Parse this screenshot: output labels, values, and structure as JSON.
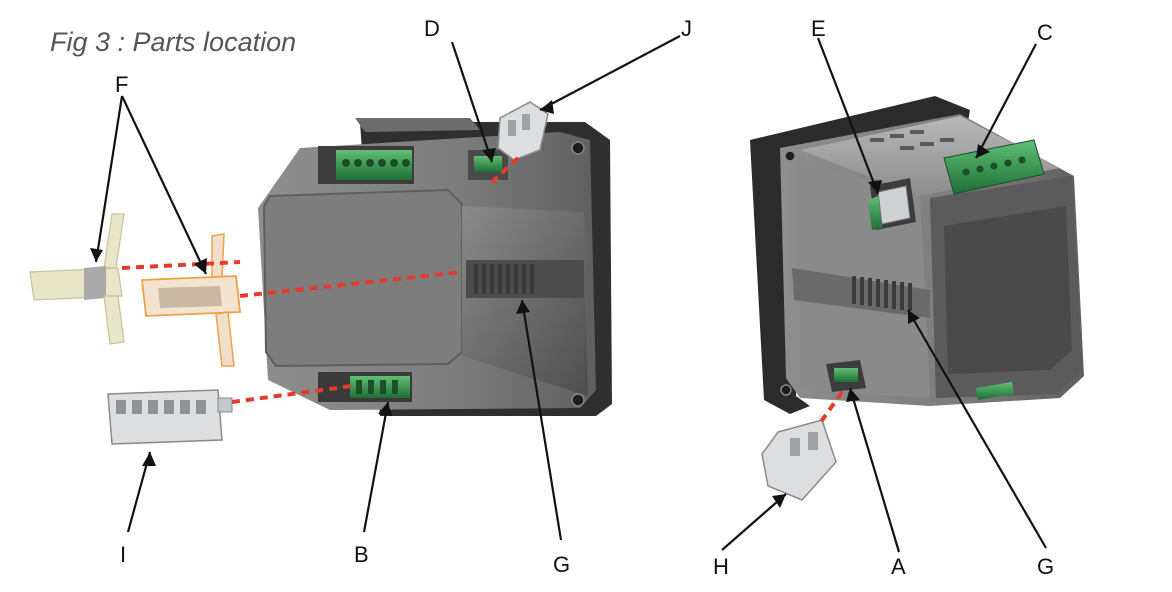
{
  "figure": {
    "title": "Fig 3 : Parts location"
  },
  "labels": {
    "A": "A",
    "B": "B",
    "C": "C",
    "D": "D",
    "E": "E",
    "F": "F",
    "G": "G",
    "H": "H",
    "I": "I",
    "J": "J"
  },
  "colors": {
    "housing": "#7a7a7a",
    "front_panel": "#2c2c2c",
    "connector": "#2f8a4a",
    "mating_plug": "#d8dadc",
    "bracket_highlight": "#f0a04a",
    "bracket_plain": "#e8e6c8",
    "alignment_line": "#e53b2c"
  }
}
